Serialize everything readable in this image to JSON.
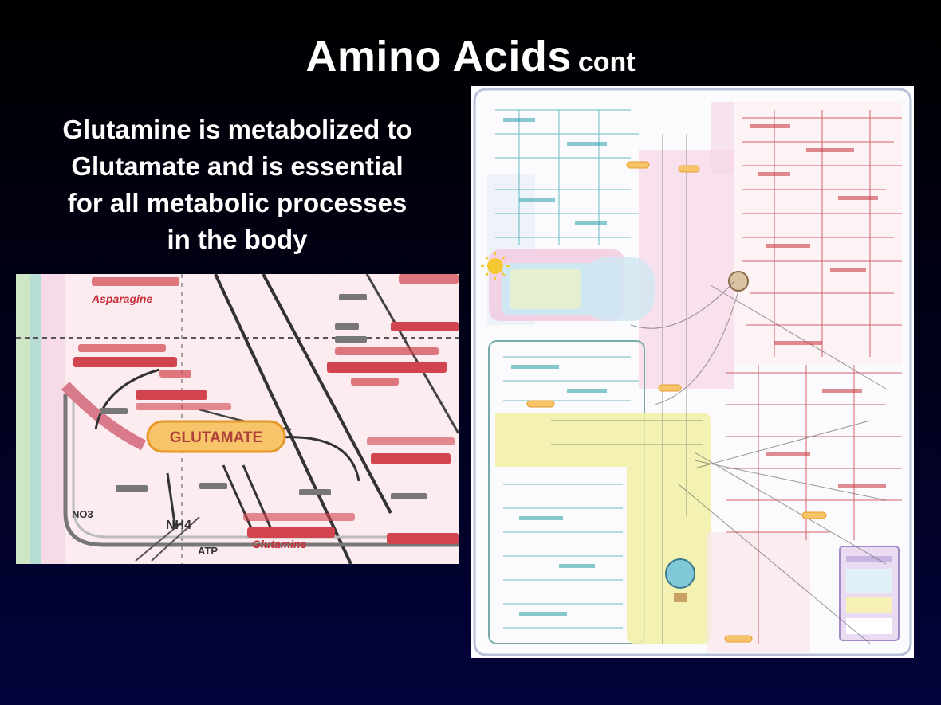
{
  "slide": {
    "title": "Amino Acids",
    "title_suffix": "cont",
    "body_lines": [
      "Glutamine is metabolized to",
      "Glutamate and is essential",
      "for all metabolic processes",
      "in the body"
    ]
  },
  "zoom_detail": {
    "highlight_label": "GLUTAMATE",
    "labels": [
      "Asparagine",
      "Glutamine",
      "NH4",
      "ATP",
      "NO3"
    ]
  },
  "colors": {
    "background": "#00001e",
    "text": "#ffffff",
    "glutamate_pill": "#f7c46a",
    "zoom_background": "#fcecef",
    "pathway_red": "#c8303a",
    "pathway_teal": "#2aa0a8",
    "yellow_zone": "#f2f0a6",
    "pink_zone": "#f6d6e6",
    "blue_zone": "#cfe7f2"
  }
}
